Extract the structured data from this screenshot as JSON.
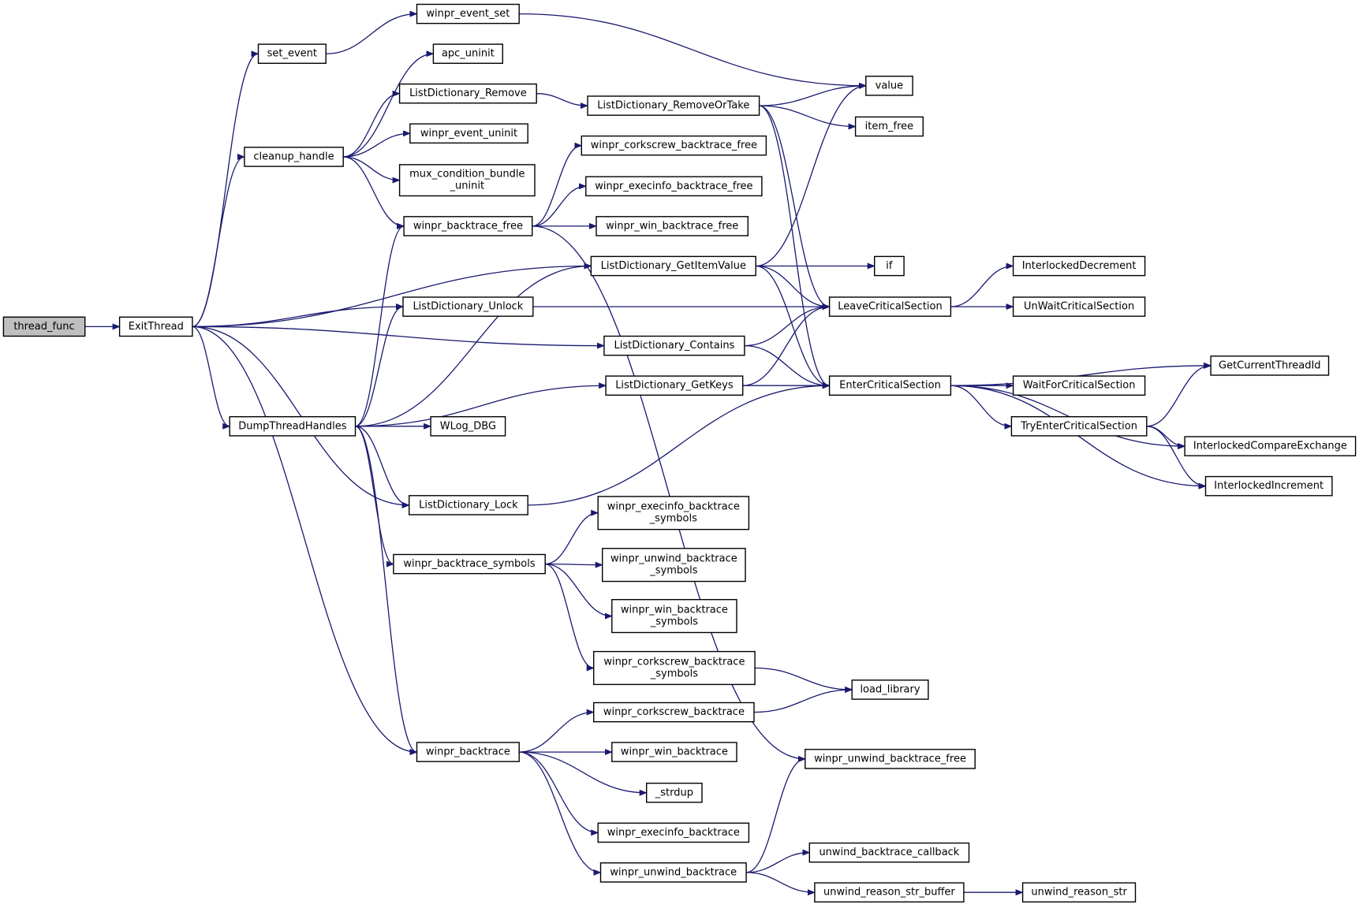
{
  "nodes": [
    {
      "id": "thread_func",
      "label": [
        "thread_func"
      ],
      "root": true
    },
    {
      "id": "ExitThread",
      "label": [
        "ExitThread"
      ]
    },
    {
      "id": "set_event",
      "label": [
        "set_event"
      ]
    },
    {
      "id": "winpr_event_set",
      "label": [
        "winpr_event_set"
      ]
    },
    {
      "id": "apc_uninit",
      "label": [
        "apc_uninit"
      ]
    },
    {
      "id": "ListDictionary_Remove",
      "label": [
        "ListDictionary_Remove"
      ]
    },
    {
      "id": "ListDictionary_RemoveOrTake",
      "label": [
        "ListDictionary_RemoveOrTake"
      ]
    },
    {
      "id": "value",
      "label": [
        "value"
      ]
    },
    {
      "id": "item_free",
      "label": [
        "item_free"
      ]
    },
    {
      "id": "cleanup_handle",
      "label": [
        "cleanup_handle"
      ]
    },
    {
      "id": "winpr_event_uninit",
      "label": [
        "winpr_event_uninit"
      ]
    },
    {
      "id": "mux_condition_bundle_uninit",
      "label": [
        "mux_condition_bundle",
        "_uninit"
      ]
    },
    {
      "id": "winpr_corkscrew_backtrace_free",
      "label": [
        "winpr_corkscrew_backtrace_free"
      ]
    },
    {
      "id": "winpr_execinfo_backtrace_free",
      "label": [
        "winpr_execinfo_backtrace_free"
      ]
    },
    {
      "id": "winpr_backtrace_free",
      "label": [
        "winpr_backtrace_free"
      ]
    },
    {
      "id": "winpr_win_backtrace_free",
      "label": [
        "winpr_win_backtrace_free"
      ]
    },
    {
      "id": "ListDictionary_GetItemValue",
      "label": [
        "ListDictionary_GetItemValue"
      ]
    },
    {
      "id": "if",
      "label": [
        "if"
      ]
    },
    {
      "id": "InterlockedDecrement",
      "label": [
        "InterlockedDecrement"
      ]
    },
    {
      "id": "ListDictionary_Unlock",
      "label": [
        "ListDictionary_Unlock"
      ]
    },
    {
      "id": "LeaveCriticalSection",
      "label": [
        "LeaveCriticalSection"
      ]
    },
    {
      "id": "UnWaitCriticalSection",
      "label": [
        "UnWaitCriticalSection"
      ]
    },
    {
      "id": "ListDictionary_Contains",
      "label": [
        "ListDictionary_Contains"
      ]
    },
    {
      "id": "GetCurrentThreadId",
      "label": [
        "GetCurrentThreadId"
      ]
    },
    {
      "id": "ListDictionary_GetKeys",
      "label": [
        "ListDictionary_GetKeys"
      ]
    },
    {
      "id": "EnterCriticalSection",
      "label": [
        "EnterCriticalSection"
      ]
    },
    {
      "id": "WaitForCriticalSection",
      "label": [
        "WaitForCriticalSection"
      ]
    },
    {
      "id": "DumpThreadHandles",
      "label": [
        "DumpThreadHandles"
      ]
    },
    {
      "id": "WLog_DBG",
      "label": [
        "WLog_DBG"
      ]
    },
    {
      "id": "TryEnterCriticalSection",
      "label": [
        "TryEnterCriticalSection"
      ]
    },
    {
      "id": "InterlockedCompareExchange",
      "label": [
        "InterlockedCompareExchange"
      ]
    },
    {
      "id": "InterlockedIncrement",
      "label": [
        "InterlockedIncrement"
      ]
    },
    {
      "id": "ListDictionary_Lock",
      "label": [
        "ListDictionary_Lock"
      ]
    },
    {
      "id": "winpr_execinfo_backtrace_symbols",
      "label": [
        "winpr_execinfo_backtrace",
        "_symbols"
      ]
    },
    {
      "id": "winpr_backtrace_symbols",
      "label": [
        "winpr_backtrace_symbols"
      ]
    },
    {
      "id": "winpr_unwind_backtrace_symbols",
      "label": [
        "winpr_unwind_backtrace",
        "_symbols"
      ]
    },
    {
      "id": "winpr_win_backtrace_symbols",
      "label": [
        "winpr_win_backtrace",
        "_symbols"
      ]
    },
    {
      "id": "winpr_corkscrew_backtrace_symbols",
      "label": [
        "winpr_corkscrew_backtrace",
        "_symbols"
      ]
    },
    {
      "id": "load_library",
      "label": [
        "load_library"
      ]
    },
    {
      "id": "winpr_corkscrew_backtrace",
      "label": [
        "winpr_corkscrew_backtrace"
      ]
    },
    {
      "id": "winpr_backtrace",
      "label": [
        "winpr_backtrace"
      ]
    },
    {
      "id": "winpr_win_backtrace",
      "label": [
        "winpr_win_backtrace"
      ]
    },
    {
      "id": "winpr_unwind_backtrace_free",
      "label": [
        "winpr_unwind_backtrace_free"
      ]
    },
    {
      "id": "_strdup",
      "label": [
        "_strdup"
      ]
    },
    {
      "id": "winpr_execinfo_backtrace",
      "label": [
        "winpr_execinfo_backtrace"
      ]
    },
    {
      "id": "winpr_unwind_backtrace",
      "label": [
        "winpr_unwind_backtrace"
      ]
    },
    {
      "id": "unwind_backtrace_callback",
      "label": [
        "unwind_backtrace_callback"
      ]
    },
    {
      "id": "unwind_reason_str_buffer",
      "label": [
        "unwind_reason_str_buffer"
      ]
    },
    {
      "id": "unwind_reason_str",
      "label": [
        "unwind_reason_str"
      ]
    }
  ],
  "edges": [
    [
      "thread_func",
      "ExitThread"
    ],
    [
      "ExitThread",
      "set_event"
    ],
    [
      "ExitThread",
      "cleanup_handle"
    ],
    [
      "ExitThread",
      "ListDictionary_GetItemValue"
    ],
    [
      "ExitThread",
      "ListDictionary_Unlock"
    ],
    [
      "ExitThread",
      "ListDictionary_Contains"
    ],
    [
      "ExitThread",
      "DumpThreadHandles"
    ],
    [
      "ExitThread",
      "ListDictionary_Lock"
    ],
    [
      "ExitThread",
      "winpr_backtrace"
    ],
    [
      "set_event",
      "winpr_event_set"
    ],
    [
      "winpr_event_set",
      "value"
    ],
    [
      "cleanup_handle",
      "apc_uninit"
    ],
    [
      "cleanup_handle",
      "ListDictionary_Remove"
    ],
    [
      "cleanup_handle",
      "winpr_event_uninit"
    ],
    [
      "cleanup_handle",
      "mux_condition_bundle_uninit"
    ],
    [
      "cleanup_handle",
      "winpr_backtrace_free"
    ],
    [
      "ListDictionary_Remove",
      "ListDictionary_RemoveOrTake"
    ],
    [
      "ListDictionary_RemoveOrTake",
      "value"
    ],
    [
      "ListDictionary_RemoveOrTake",
      "item_free"
    ],
    [
      "ListDictionary_RemoveOrTake",
      "LeaveCriticalSection"
    ],
    [
      "ListDictionary_RemoveOrTake",
      "EnterCriticalSection"
    ],
    [
      "winpr_backtrace_free",
      "winpr_corkscrew_backtrace_free"
    ],
    [
      "winpr_backtrace_free",
      "winpr_execinfo_backtrace_free"
    ],
    [
      "winpr_backtrace_free",
      "winpr_win_backtrace_free"
    ],
    [
      "winpr_backtrace_free",
      "winpr_unwind_backtrace_free"
    ],
    [
      "ListDictionary_GetItemValue",
      "value"
    ],
    [
      "ListDictionary_GetItemValue",
      "if"
    ],
    [
      "ListDictionary_GetItemValue",
      "LeaveCriticalSection"
    ],
    [
      "ListDictionary_GetItemValue",
      "EnterCriticalSection"
    ],
    [
      "ListDictionary_Unlock",
      "LeaveCriticalSection"
    ],
    [
      "LeaveCriticalSection",
      "InterlockedDecrement"
    ],
    [
      "LeaveCriticalSection",
      "UnWaitCriticalSection"
    ],
    [
      "ListDictionary_Contains",
      "LeaveCriticalSection"
    ],
    [
      "ListDictionary_Contains",
      "EnterCriticalSection"
    ],
    [
      "ListDictionary_GetKeys",
      "LeaveCriticalSection"
    ],
    [
      "ListDictionary_GetKeys",
      "EnterCriticalSection"
    ],
    [
      "EnterCriticalSection",
      "GetCurrentThreadId"
    ],
    [
      "EnterCriticalSection",
      "WaitForCriticalSection"
    ],
    [
      "EnterCriticalSection",
      "TryEnterCriticalSection"
    ],
    [
      "EnterCriticalSection",
      "InterlockedCompareExchange"
    ],
    [
      "EnterCriticalSection",
      "InterlockedIncrement"
    ],
    [
      "TryEnterCriticalSection",
      "GetCurrentThreadId"
    ],
    [
      "TryEnterCriticalSection",
      "InterlockedCompareExchange"
    ],
    [
      "TryEnterCriticalSection",
      "InterlockedIncrement"
    ],
    [
      "DumpThreadHandles",
      "winpr_backtrace_free"
    ],
    [
      "DumpThreadHandles",
      "ListDictionary_Unlock"
    ],
    [
      "DumpThreadHandles",
      "ListDictionary_GetItemValue"
    ],
    [
      "DumpThreadHandles",
      "WLog_DBG"
    ],
    [
      "DumpThreadHandles",
      "ListDictionary_GetKeys"
    ],
    [
      "DumpThreadHandles",
      "ListDictionary_Lock"
    ],
    [
      "DumpThreadHandles",
      "winpr_backtrace_symbols"
    ],
    [
      "DumpThreadHandles",
      "winpr_backtrace"
    ],
    [
      "ListDictionary_Lock",
      "EnterCriticalSection"
    ],
    [
      "winpr_backtrace_symbols",
      "winpr_execinfo_backtrace_symbols"
    ],
    [
      "winpr_backtrace_symbols",
      "winpr_unwind_backtrace_symbols"
    ],
    [
      "winpr_backtrace_symbols",
      "winpr_win_backtrace_symbols"
    ],
    [
      "winpr_backtrace_symbols",
      "winpr_corkscrew_backtrace_symbols"
    ],
    [
      "winpr_corkscrew_backtrace_symbols",
      "load_library"
    ],
    [
      "winpr_corkscrew_backtrace",
      "load_library"
    ],
    [
      "winpr_backtrace",
      "winpr_corkscrew_backtrace"
    ],
    [
      "winpr_backtrace",
      "winpr_win_backtrace"
    ],
    [
      "winpr_backtrace",
      "_strdup"
    ],
    [
      "winpr_backtrace",
      "winpr_execinfo_backtrace"
    ],
    [
      "winpr_backtrace",
      "winpr_unwind_backtrace"
    ],
    [
      "winpr_unwind_backtrace",
      "winpr_unwind_backtrace_free"
    ],
    [
      "winpr_unwind_backtrace",
      "unwind_backtrace_callback"
    ],
    [
      "winpr_unwind_backtrace",
      "unwind_reason_str_buffer"
    ],
    [
      "unwind_reason_str_buffer",
      "unwind_reason_str"
    ]
  ]
}
